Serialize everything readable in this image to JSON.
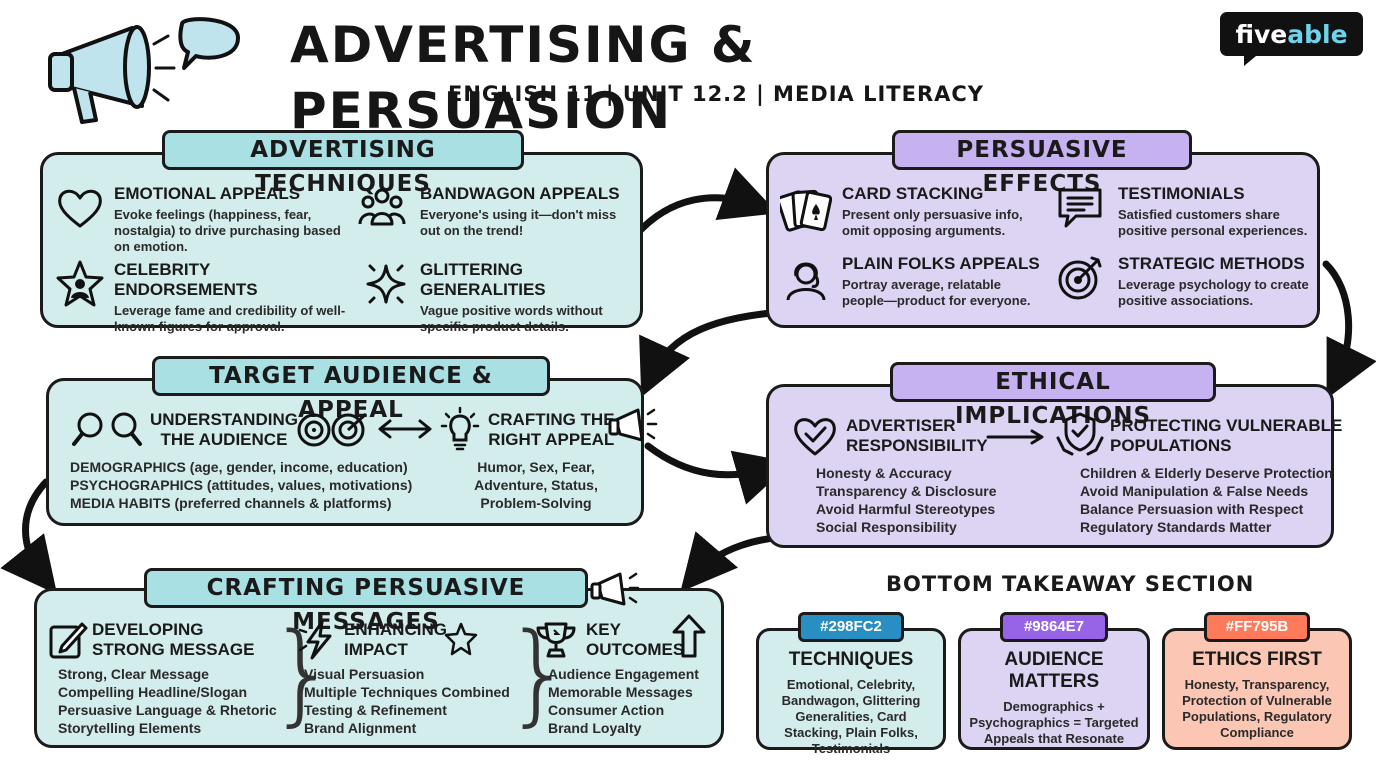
{
  "header": {
    "title": "ADVERTISING & PERSUASION",
    "subtitle": "ENGLISH 11 | UNIT 12.2 | MEDIA LITERACY",
    "logo_pre": "five",
    "logo_post": "able"
  },
  "techniques": {
    "tab": "ADVERTISING TECHNIQUES",
    "items": [
      {
        "title": "Emotional Appeals",
        "text": "Evoke feelings (happiness, fear, nostalgia) to drive purchasing based on emotion.",
        "icon": "heart-icon"
      },
      {
        "title": "Bandwagon Appeals",
        "text": "Everyone's using it—don't miss out on the trend!",
        "icon": "crowd-icon"
      },
      {
        "title": "Celebrity Endorsements",
        "text": "Leverage fame and credibility of well-known figures for approval.",
        "icon": "star-person-icon"
      },
      {
        "title": "Glittering Generalities",
        "text": "Vague positive words without specific product details.",
        "icon": "sparkle-icon"
      }
    ]
  },
  "effects": {
    "tab": "PERSUASIVE EFFECTS",
    "items": [
      {
        "title": "Card Stacking",
        "text": "Present only persuasive info, omit opposing arguments.",
        "icon": "cards-icon"
      },
      {
        "title": "Testimonials",
        "text": "Satisfied customers share positive personal experiences.",
        "icon": "speech-bubble-icon"
      },
      {
        "title": "Plain Folks Appeals",
        "text": "Portray average, relatable people—product for everyone.",
        "icon": "person-icon"
      },
      {
        "title": "Strategic Methods",
        "text": "Leverage psychology to create positive associations.",
        "icon": "target-icon"
      }
    ]
  },
  "audience": {
    "tab": "TARGET AUDIENCE & APPEAL",
    "understanding": [
      "UNDERSTANDING",
      "THE AUDIENCE"
    ],
    "crafting": [
      "CRAFTING THE",
      "RIGHT APPEAL"
    ],
    "lines": [
      "DEMOGRAPHICS (age, gender, income, education)",
      "PSYCHOGRAPHICS (attitudes, values, motivations)",
      "MEDIA HABITS (preferred channels & platforms)"
    ],
    "appeals": [
      "Humor, Sex, Fear,",
      "Adventure, Status,",
      "Problem-Solving"
    ]
  },
  "ethics": {
    "tab": "ETHICAL IMPLICATIONS",
    "left_head": [
      "ADVERTISER",
      "RESPONSIBILITY"
    ],
    "right_head": [
      "PROTECTING VULNERABLE",
      "POPULATIONS"
    ],
    "left_lines": [
      "Honesty & Accuracy",
      "Transparency & Disclosure",
      "Avoid Harmful Stereotypes",
      "Social Responsibility"
    ],
    "right_lines": [
      "Children & Elderly Deserve Protection",
      "Avoid Manipulation & False Needs",
      "Balance Persuasion with Respect",
      "Regulatory Standards Matter"
    ]
  },
  "messages": {
    "tab": "CRAFTING PERSUASIVE MESSAGES",
    "cols": [
      {
        "head": [
          "DEVELOPING",
          "STRONG MESSAGE"
        ],
        "lines": [
          "Strong, Clear Message",
          "Compelling Headline/Slogan",
          "Persuasive Language & Rhetoric",
          "Storytelling Elements"
        ]
      },
      {
        "head": [
          "ENHANCING",
          "IMPACT"
        ],
        "lines": [
          "Visual Persuasion",
          "Multiple Techniques Combined",
          "Testing & Refinement",
          "Brand Alignment"
        ]
      },
      {
        "head": [
          "KEY",
          "OUTCOMES"
        ],
        "lines": [
          "Audience Engagement",
          "Memorable Messages",
          "Consumer Action",
          "Brand Loyalty"
        ]
      }
    ]
  },
  "takeaway": {
    "title": "BOTTOM TAKEAWAY SECTION",
    "cards": [
      {
        "chip": "#298FC2",
        "title": "TECHNIQUES",
        "body": "Emotional, Celebrity, Bandwagon, Glittering Generalities, Card Stacking, Plain Folks, Testimonials"
      },
      {
        "chip": "#9864E7",
        "title": "AUDIENCE MATTERS",
        "body": "Demographics + Psychographics = Targeted Appeals that Resonate"
      },
      {
        "chip": "#FF795B",
        "title": "ETHICS FIRST",
        "body": "Honesty, Transparency, Protection of Vulnerable Populations, Regulatory Compliance"
      }
    ]
  },
  "colors": {
    "teal_panel": "#d3ecec",
    "teal_tab": "#a9e0e3",
    "lavender_panel": "#ddd3f3",
    "lavender_tab": "#c6b2f0",
    "techniques_chip": "#298FC2",
    "audience_chip": "#9864E7",
    "ethics_chip": "#FF795B"
  }
}
